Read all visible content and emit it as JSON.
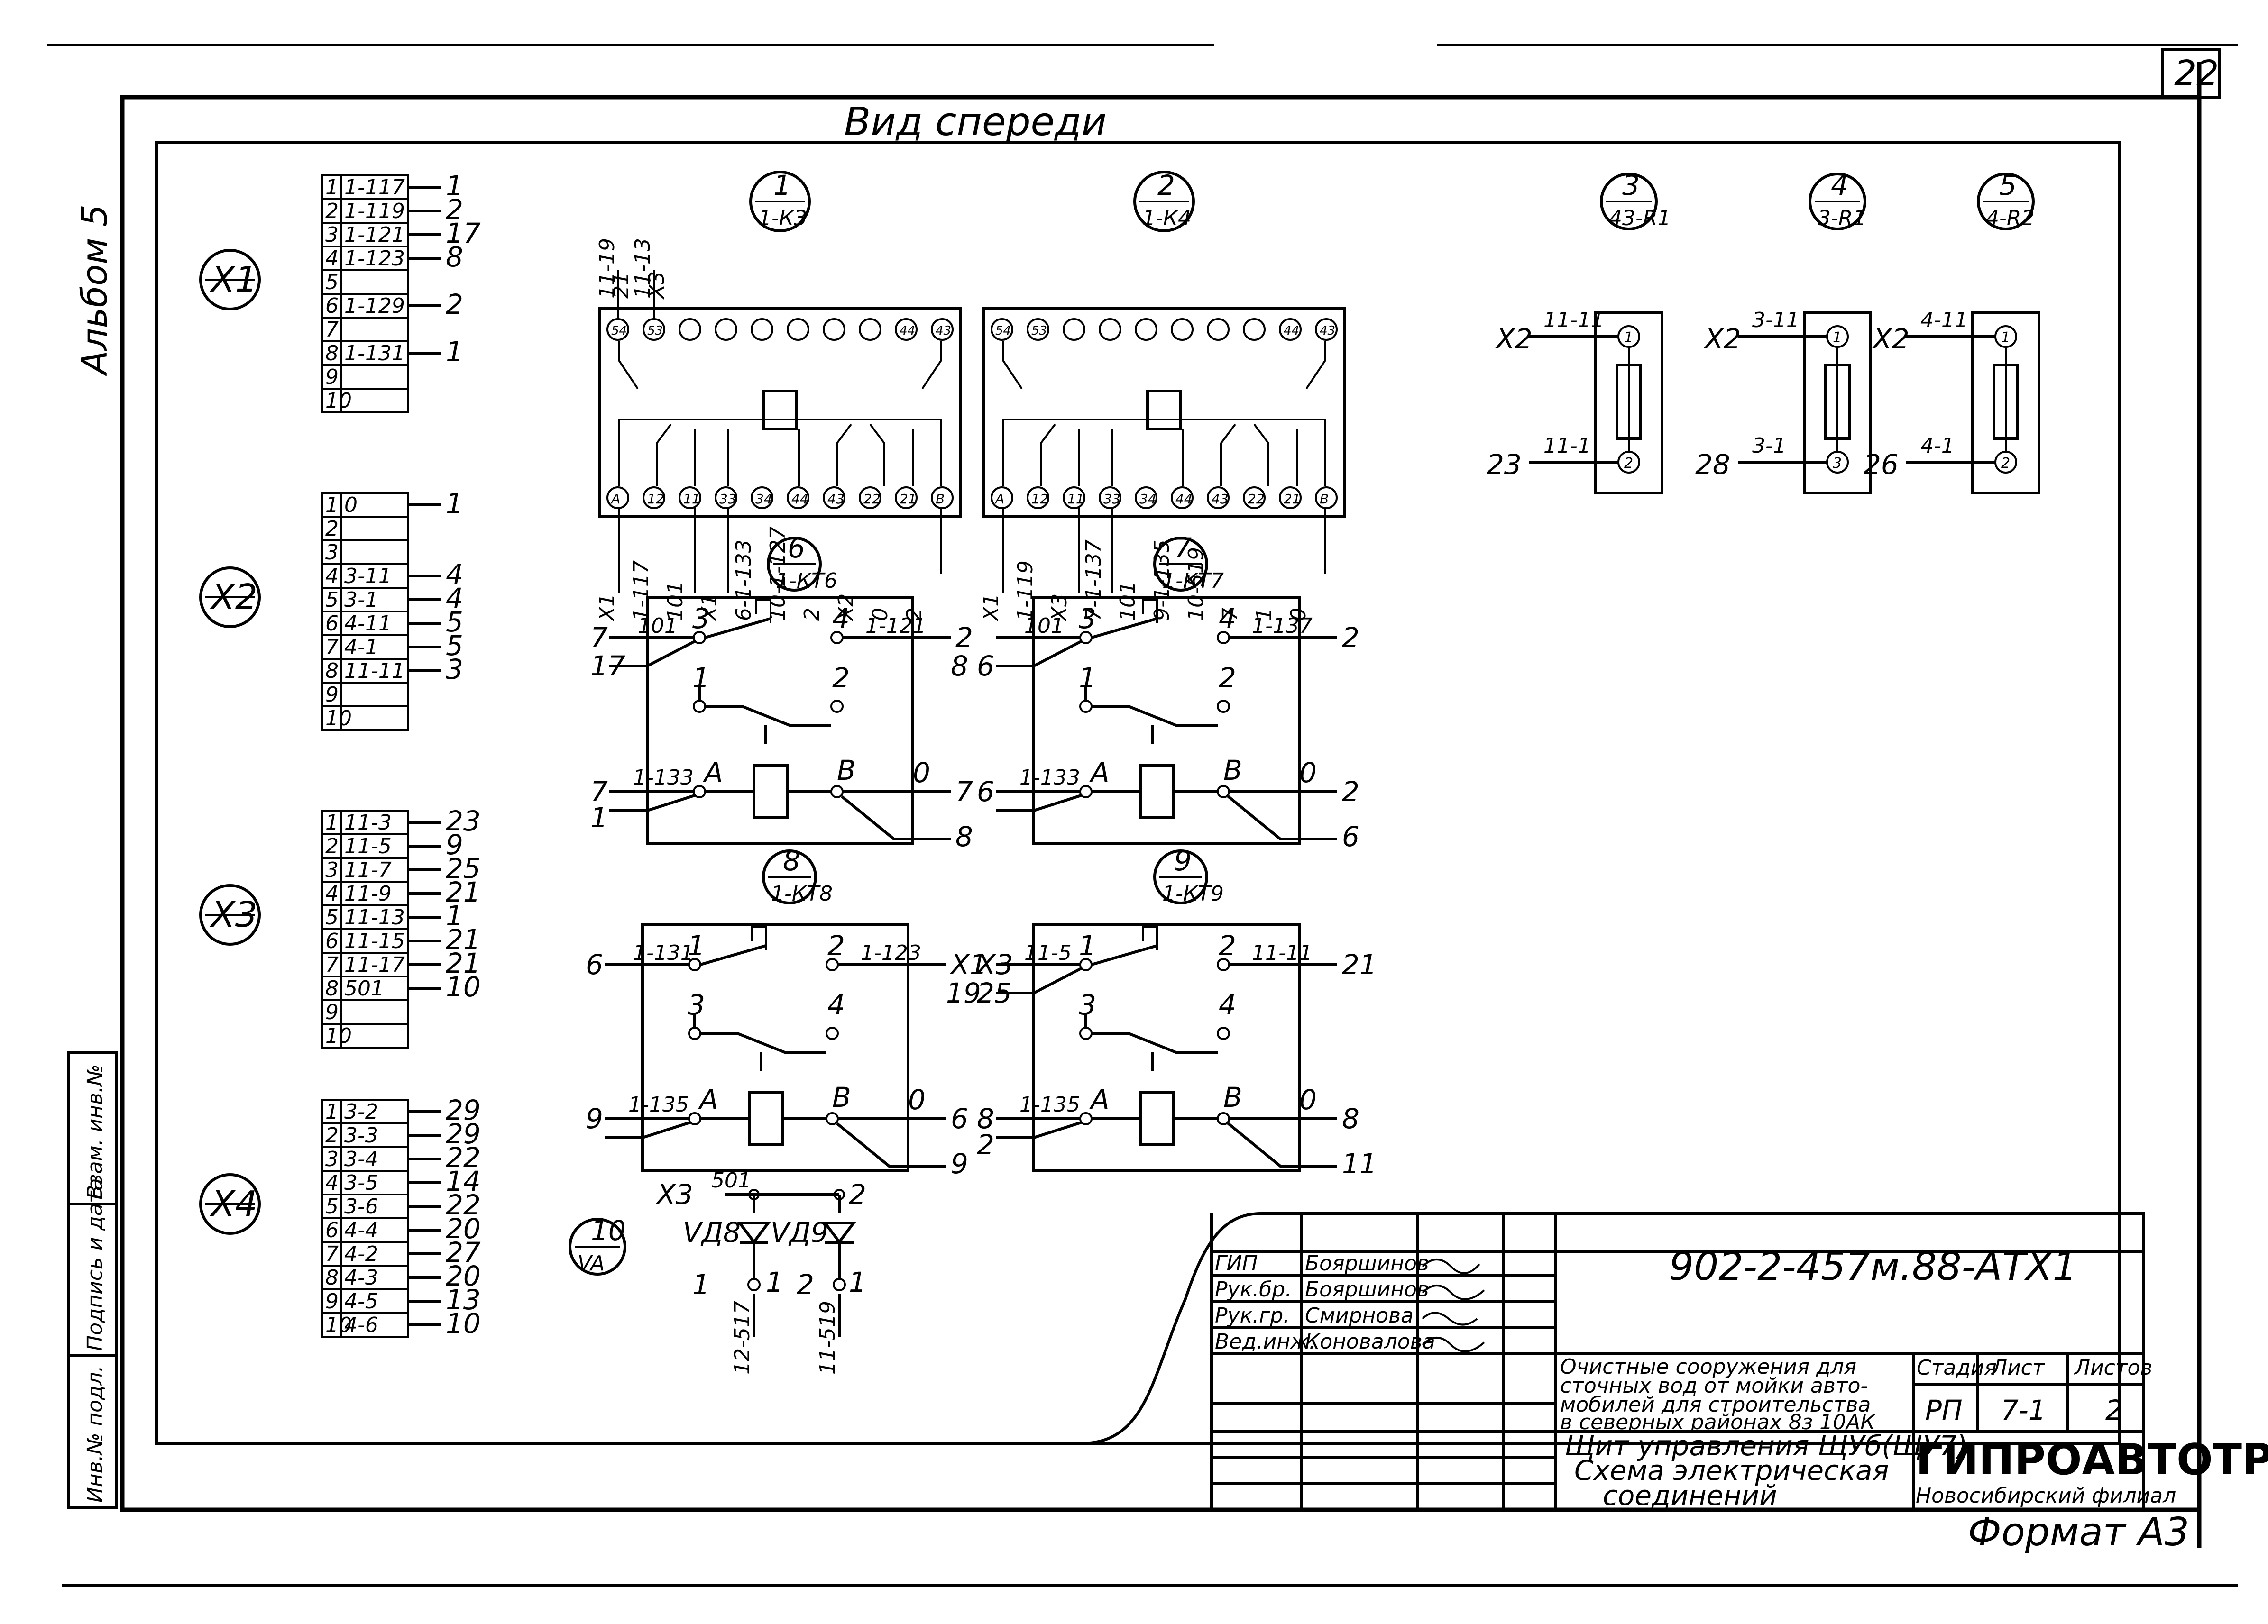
{
  "sheet_number": "22",
  "album_label": "Альбом 5",
  "view_title": "Вид спереди",
  "side_stamp": {
    "inv_orig": "Инв.№ подл.",
    "sign_date": "Подпись и дата",
    "inv_dup": "Взам. инв.№"
  },
  "terminal_blocks": [
    {
      "id": "X1",
      "rows": [
        {
          "n": "1",
          "c": "1-117",
          "d": "1"
        },
        {
          "n": "2",
          "c": "1-119",
          "d": "2"
        },
        {
          "n": "3",
          "c": "1-121",
          "d": "17"
        },
        {
          "n": "4",
          "c": "1-123",
          "d": "8"
        },
        {
          "n": "5",
          "c": "",
          "d": ""
        },
        {
          "n": "6",
          "c": "1-129",
          "d": "2"
        },
        {
          "n": "7",
          "c": "",
          "d": ""
        },
        {
          "n": "8",
          "c": "1-131",
          "d": "1"
        },
        {
          "n": "9",
          "c": "",
          "d": ""
        },
        {
          "n": "10",
          "c": "",
          "d": ""
        }
      ]
    },
    {
      "id": "X2",
      "rows": [
        {
          "n": "1",
          "c": "0",
          "d": "1"
        },
        {
          "n": "2",
          "c": "",
          "d": ""
        },
        {
          "n": "3",
          "c": "",
          "d": ""
        },
        {
          "n": "4",
          "c": "3-11",
          "d": "4"
        },
        {
          "n": "5",
          "c": "3-1",
          "d": "4"
        },
        {
          "n": "6",
          "c": "4-11",
          "d": "5"
        },
        {
          "n": "7",
          "c": "4-1",
          "d": "5"
        },
        {
          "n": "8",
          "c": "11-11",
          "d": "3"
        },
        {
          "n": "9",
          "c": "",
          "d": ""
        },
        {
          "n": "10",
          "c": "",
          "d": ""
        }
      ]
    },
    {
      "id": "X3",
      "rows": [
        {
          "n": "1",
          "c": "11-3",
          "d": "23"
        },
        {
          "n": "2",
          "c": "11-5",
          "d": "9"
        },
        {
          "n": "3",
          "c": "11-7",
          "d": "25"
        },
        {
          "n": "4",
          "c": "11-9",
          "d": "21"
        },
        {
          "n": "5",
          "c": "11-13",
          "d": "1"
        },
        {
          "n": "6",
          "c": "11-15",
          "d": "21"
        },
        {
          "n": "7",
          "c": "11-17",
          "d": "21"
        },
        {
          "n": "8",
          "c": "501",
          "d": "10"
        },
        {
          "n": "9",
          "c": "",
          "d": ""
        },
        {
          "n": "10",
          "c": "",
          "d": ""
        }
      ]
    },
    {
      "id": "X4",
      "rows": [
        {
          "n": "1",
          "c": "3-2",
          "d": "29"
        },
        {
          "n": "2",
          "c": "3-3",
          "d": "29"
        },
        {
          "n": "3",
          "c": "3-4",
          "d": "22"
        },
        {
          "n": "4",
          "c": "3-5",
          "d": "14"
        },
        {
          "n": "5",
          "c": "3-6",
          "d": "22"
        },
        {
          "n": "6",
          "c": "4-4",
          "d": "20"
        },
        {
          "n": "7",
          "c": "4-2",
          "d": "27"
        },
        {
          "n": "8",
          "c": "4-3",
          "d": "20"
        },
        {
          "n": "9",
          "c": "4-5",
          "d": "13"
        },
        {
          "n": "10",
          "c": "4-6",
          "d": "10"
        }
      ]
    }
  ],
  "relays": [
    {
      "num": "1",
      "ref": "1-К3",
      "top_wires": [
        "11-19",
        "21",
        "11-13",
        "X3"
      ],
      "bottom_wires": [
        "X1",
        "1-117",
        "101",
        "X1",
        "6-1-133",
        "10-1-127",
        "2",
        "X2",
        "0",
        "2"
      ]
    },
    {
      "num": "2",
      "ref": "1-К4",
      "top_wires": [],
      "bottom_wires": [
        "X1",
        "1-119",
        "X3",
        "7-1-137",
        "101",
        "9-1-135",
        "10-519",
        "7",
        "1",
        "0"
      ]
    }
  ],
  "terminal_nums": [
    "А",
    "12",
    "11",
    "33",
    "34",
    "44",
    "43",
    "22",
    "21",
    "В"
  ],
  "terminal_nums_top": [
    "54",
    "53",
    "44",
    "43"
  ],
  "resistors": [
    {
      "num": "3",
      "ref": "43-R1",
      "port": "X2",
      "top": "11-11",
      "bot": "11-1",
      "bot_side": "23",
      "p1": "1",
      "p2": "2"
    },
    {
      "num": "4",
      "ref": "3-R1",
      "port": "X2",
      "top": "3-11",
      "bot": "3-1",
      "bot_side": "28",
      "p1": "1",
      "p2": "3"
    },
    {
      "num": "5",
      "ref": "4-R2",
      "port": "X2",
      "top": "4-11",
      "bot": "4-1",
      "bot_side": "26",
      "p1": "1",
      "p2": "2"
    }
  ],
  "timers": [
    {
      "num": "6",
      "ref": "1-КТ6",
      "left_top": "7",
      "left_top_wire": "101",
      "left_mid": "17",
      "c3": "3",
      "c4": "4",
      "right_top_wire": "1-121",
      "right_top": "2",
      "right_mid": "8",
      "c1": "1",
      "c2": "2",
      "coil_left": "7",
      "coil_left_wire": "1-133",
      "coil_left2": "1",
      "ca": "А",
      "cb": "В",
      "coil_right_wire": "0",
      "coil_right": "7",
      "coil_right2": "8"
    },
    {
      "num": "7",
      "ref": "1-КТ7",
      "left_top": "",
      "left_top_wire": "101",
      "left_mid": "6",
      "c3": "3",
      "c4": "4",
      "right_top_wire": "1-137",
      "right_top": "2",
      "right_mid": "",
      "c1": "1",
      "c2": "2",
      "coil_left": "6",
      "coil_left_wire": "1-133",
      "coil_left2": "",
      "ca": "А",
      "cb": "В",
      "coil_right_wire": "0",
      "coil_right": "2",
      "coil_right2": "6"
    },
    {
      "num": "8",
      "ref": "1-КТ8",
      "left_top": "6",
      "left_top_wire": "1-131",
      "left_mid": "",
      "c3": "1",
      "c4": "2",
      "right_top_wire": "1-123",
      "right_top": "X1",
      "right_mid": "19",
      "c1": "3",
      "c2": "4",
      "coil_left": "9",
      "coil_left_wire": "1-135",
      "coil_left2": "",
      "ca": "А",
      "cb": "В",
      "coil_right_wire": "0",
      "coil_right": "6",
      "coil_right2": "9"
    },
    {
      "num": "9",
      "ref": "1-КТ9",
      "left_top": "X3",
      "left_top_wire": "11-5",
      "left_mid": "25",
      "c3": "1",
      "c4": "2",
      "right_top_wire": "11-11",
      "right_top": "21",
      "right_mid": "",
      "c1": "3",
      "c2": "4",
      "coil_left": "8",
      "coil_left_wire": "1-135",
      "coil_left2": "2",
      "ca": "А",
      "cb": "В",
      "coil_right_wire": "0",
      "coil_right": "8",
      "coil_right2": "11"
    }
  ],
  "diodes": {
    "num": "10",
    "ref": "VA",
    "port": "X3",
    "wire": "501",
    "a": "VД8",
    "b": "VД9",
    "p1": "1",
    "p2": "2",
    "w1": "12-517",
    "w2": "11-519",
    "out1": "1",
    "out2": "2"
  },
  "title_block": {
    "doc_code": "902-2-457м.88-АТХ1",
    "roles": [
      "ГИП",
      "Рук.бр.",
      "Рук.гр.",
      "Вед.инж."
    ],
    "names": [
      "Бояршинов",
      "Бояршинов",
      "Смирнова",
      "Коновалова"
    ],
    "object_lines": [
      "Очистные сооружения для",
      "сточных вод от мойки авто-",
      "мобилей для строительства",
      "в северных районах 8з 10АК"
    ],
    "sheet_lines": [
      "Щит управления ЩУб(ЩУ7)",
      "Схема электрическая",
      "соединений"
    ],
    "stage_h": "Стадия",
    "sheet_h": "Лист",
    "sheets_h": "Листов",
    "stage": "РП",
    "sheet": "7-1",
    "sheets": "2",
    "org": "ГИПРОАВТОТРАНС",
    "branch": "Новосибирский филиал",
    "format": "Формат А3"
  }
}
